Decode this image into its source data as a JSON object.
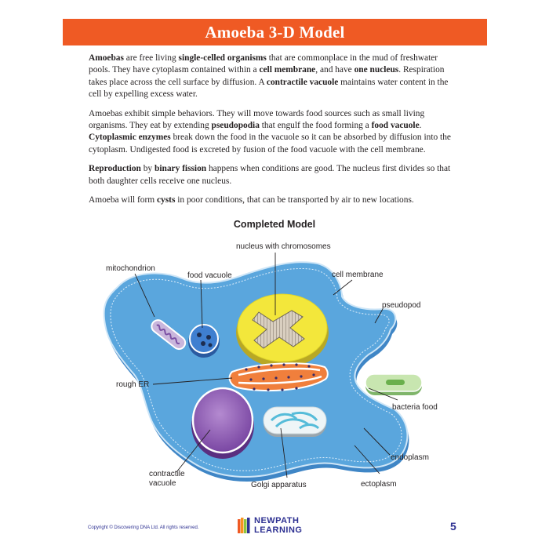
{
  "header": {
    "title": "Amoeba 3-D Model"
  },
  "paragraphs": [
    [
      {
        "t": "Amoebas",
        "b": true
      },
      {
        "t": " are free living "
      },
      {
        "t": "single-celled organisms",
        "b": true
      },
      {
        "t": " that are commonplace in the mud of freshwater pools. They have cytoplasm contained within a "
      },
      {
        "t": "cell membrane",
        "b": true
      },
      {
        "t": ", and have "
      },
      {
        "t": "one nucleus",
        "b": true
      },
      {
        "t": ". Respiration takes place across the cell surface by diffusion. A "
      },
      {
        "t": "contractile vacuole",
        "b": true
      },
      {
        "t": " maintains water content in the cell by expelling excess water."
      }
    ],
    [
      {
        "t": "Amoebas exhibit simple behaviors. They will move towards food sources such as small living organisms. They eat by extending "
      },
      {
        "t": "pseudopodia",
        "b": true
      },
      {
        "t": " that engulf the food forming a "
      },
      {
        "t": "food vacuole",
        "b": true
      },
      {
        "t": ". "
      },
      {
        "t": "Cytoplasmic enzymes",
        "b": true
      },
      {
        "t": " break down the food in the vacuole so it can be absorbed by diffusion into the cytoplasm. Undigested food is excreted by fusion of the food vacuole with the cell membrane."
      }
    ],
    [
      {
        "t": "Reproduction",
        "b": true
      },
      {
        "t": " by "
      },
      {
        "t": "binary fission",
        "b": true
      },
      {
        "t": " happens when conditions are good. The nucleus first divides so that both daughter cells receive one nucleus."
      }
    ],
    [
      {
        "t": "Amoeba will form "
      },
      {
        "t": "cysts",
        "b": true
      },
      {
        "t": " in poor conditions, that can be transported by air to new locations."
      }
    ]
  ],
  "diagram": {
    "title": "Completed Model",
    "labels": {
      "nucleus": "nucleus with chromosomes",
      "mitochondrion": "mitochondrion",
      "food_vacuole": "food vacuole",
      "cell_membrane": "cell membrane",
      "pseudopod": "pseudopod",
      "rough_er": "rough ER",
      "bacteria_food": "bacteria food",
      "endoplasm": "endoplasm",
      "contractile_vacuole_1": "contractile",
      "contractile_vacuole_2": "vacuole",
      "golgi": "Golgi apparatus",
      "ectoplasm": "ectoplasm"
    },
    "colors": {
      "cell": "#5aa6dd",
      "cell_border": "#3f86c6",
      "nucleus": "#f3e73b",
      "rough_er": "#f07f3c",
      "vacuole": "#8e5ab0",
      "bacteria": "#a8d888"
    }
  },
  "footer": {
    "copyright": "Copyright © Discovering DNA Ltd. All rights reserved.",
    "logo_line1": "NEWPATH",
    "logo_line2": "LEARNING",
    "page_number": "5"
  },
  "accent_color": "#ef5a24"
}
